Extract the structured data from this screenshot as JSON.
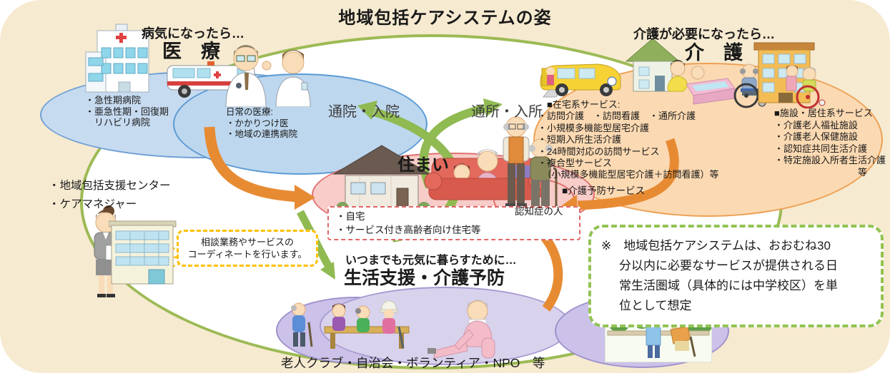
{
  "title": "地域包括ケアシステムの姿",
  "medical": {
    "trigger": "病気になったら…",
    "heading": "医　療",
    "hospital_types": "・急性期病院\n・亜急性期・回復期\n　リハビリ病院",
    "daily_medical": "日常の医療:\n・かかりつけ医\n・地域の連携病院",
    "flow_label": "通院・入院"
  },
  "care": {
    "trigger": "介護が必要になったら…",
    "heading": "介　護",
    "flow_label": "通所・入所",
    "home_services": "　■在宅系サービス:\n・訪問介護　・訪問看護　・通所介護\n・小規模多機能型居宅介護\n・短期入所生活介護\n・24時間対応の訪問サービス\n・複合型サービス\n　（小規模多機能型居宅介護＋訪問看護）等",
    "prevention_service": "■介護予防サービス",
    "facility_services": "■施設・居住系サービス\n・介護老人福祉施設\n・介護老人保健施設\n・認知症共同生活介護\n・特定施設入所者生活介護\n　　　　　　　　　等"
  },
  "housing": {
    "heading": "住まい",
    "types": "・自宅\n・サービス付き高齢者向け住宅等",
    "dementia_label": "認知症の人"
  },
  "support_center": {
    "items": "・地域包括支援センター\n・ケアマネジャー",
    "bubble": "相談業務やサービスの\nコーディネートを行います。"
  },
  "life_support": {
    "trigger": "いつまでも元気に暮らすために…",
    "heading": "生活支援・介護予防",
    "providers": "老人クラブ・自治会・ボランティア・NPO　等"
  },
  "note": "※　地域包括ケアシステムは、おおむね30\n分以内に必要なサービスが提供される日\n常生活圏域（具体的には中学校区）を単\n位として想定",
  "colors": {
    "background_cream": "#F6EAD0",
    "area_circle_green": "#9CBA55",
    "medical_blue_fill": "#BDD7EE",
    "medical_blue_border": "#5B9BD5",
    "care_orange_fill": "#FBD9B2",
    "care_orange_border": "#EDA155",
    "housing_pink_fill": "#F8CCC8",
    "housing_pink_border": "#E07070",
    "support_purple_fill": "#CCC1E8",
    "support_purple_border": "#9F92CC",
    "arrow_orange": "#E78B33",
    "arrow_green": "#90BA52",
    "bubble_yellow_border": "#FFC000",
    "housing_box_red_border": "#E06666",
    "note_green_border": "#92C353"
  },
  "illustrations": [
    "hospital-building",
    "ambulance",
    "doctors",
    "welfare-van",
    "group-home-house",
    "bath-care-scene",
    "wheelchair-man",
    "care-facility-building",
    "wheelchair-woman",
    "home-house",
    "sofa-family",
    "standing-elder",
    "cane-elder",
    "care-manager",
    "support-center-building",
    "bench-elderly-group",
    "exercising-elder",
    "volunteer-scene"
  ]
}
